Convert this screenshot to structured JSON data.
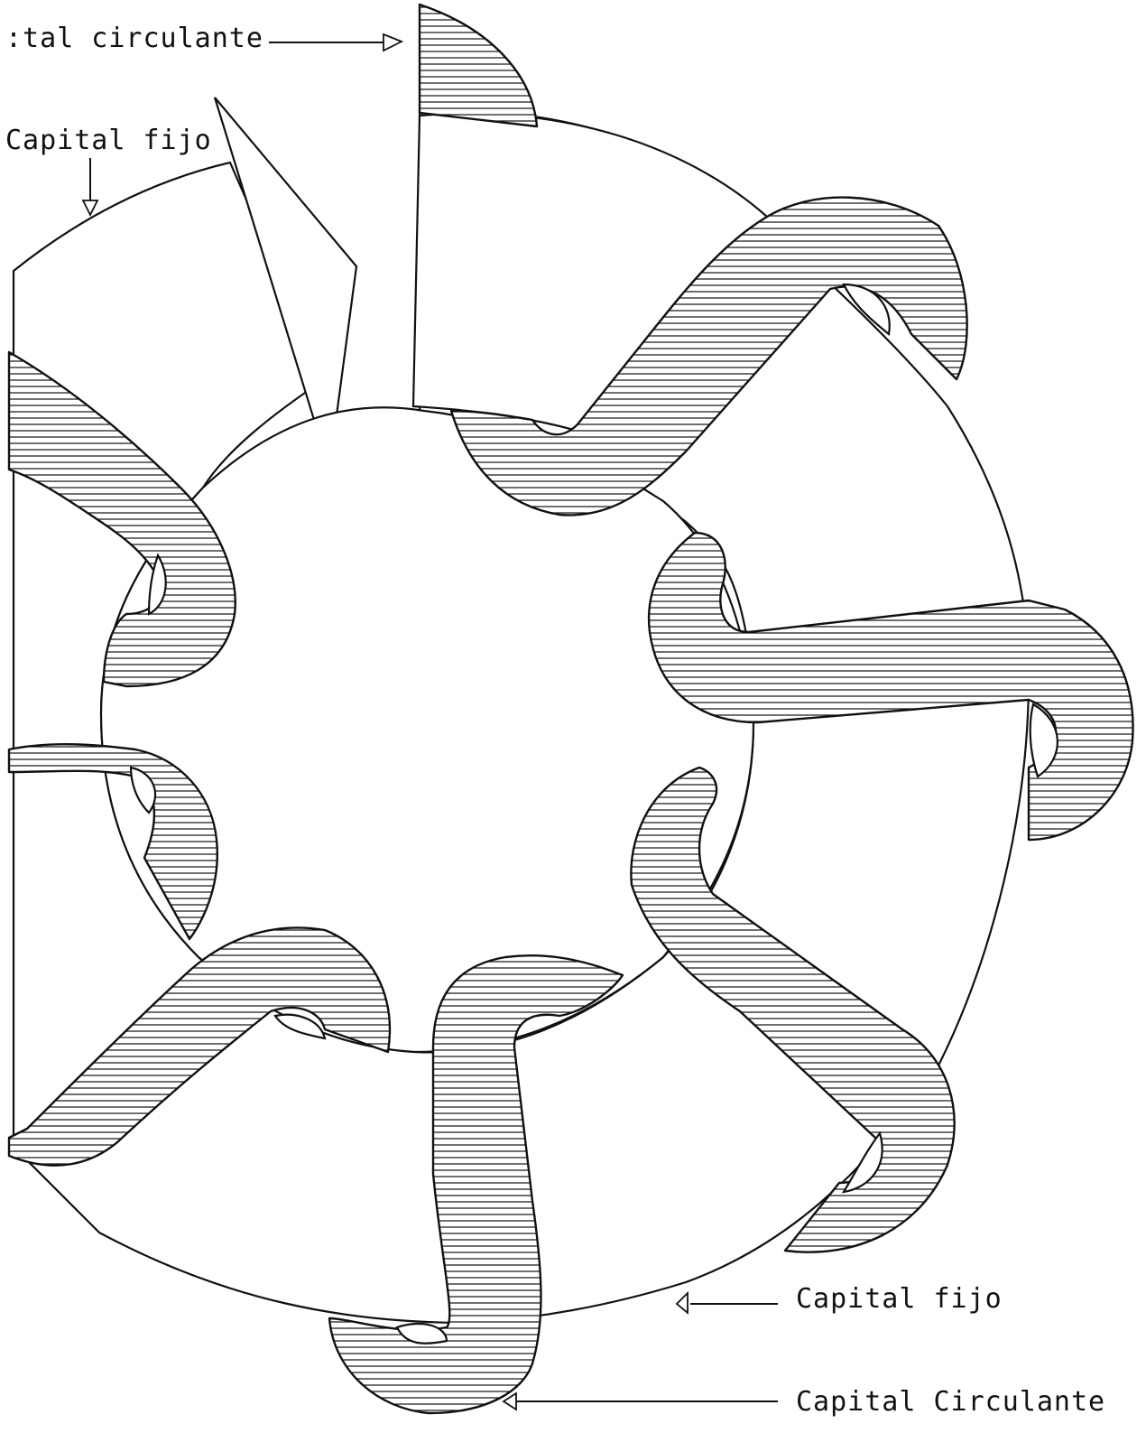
{
  "labels": {
    "top_circulating": ":tal circulante",
    "top_fixed": "Capital fijo",
    "bottom_fixed": "Capital fijo",
    "bottom_circulating": "Capital Circulante"
  },
  "colors": {
    "ink": "#111111",
    "paper": "#ffffff"
  }
}
